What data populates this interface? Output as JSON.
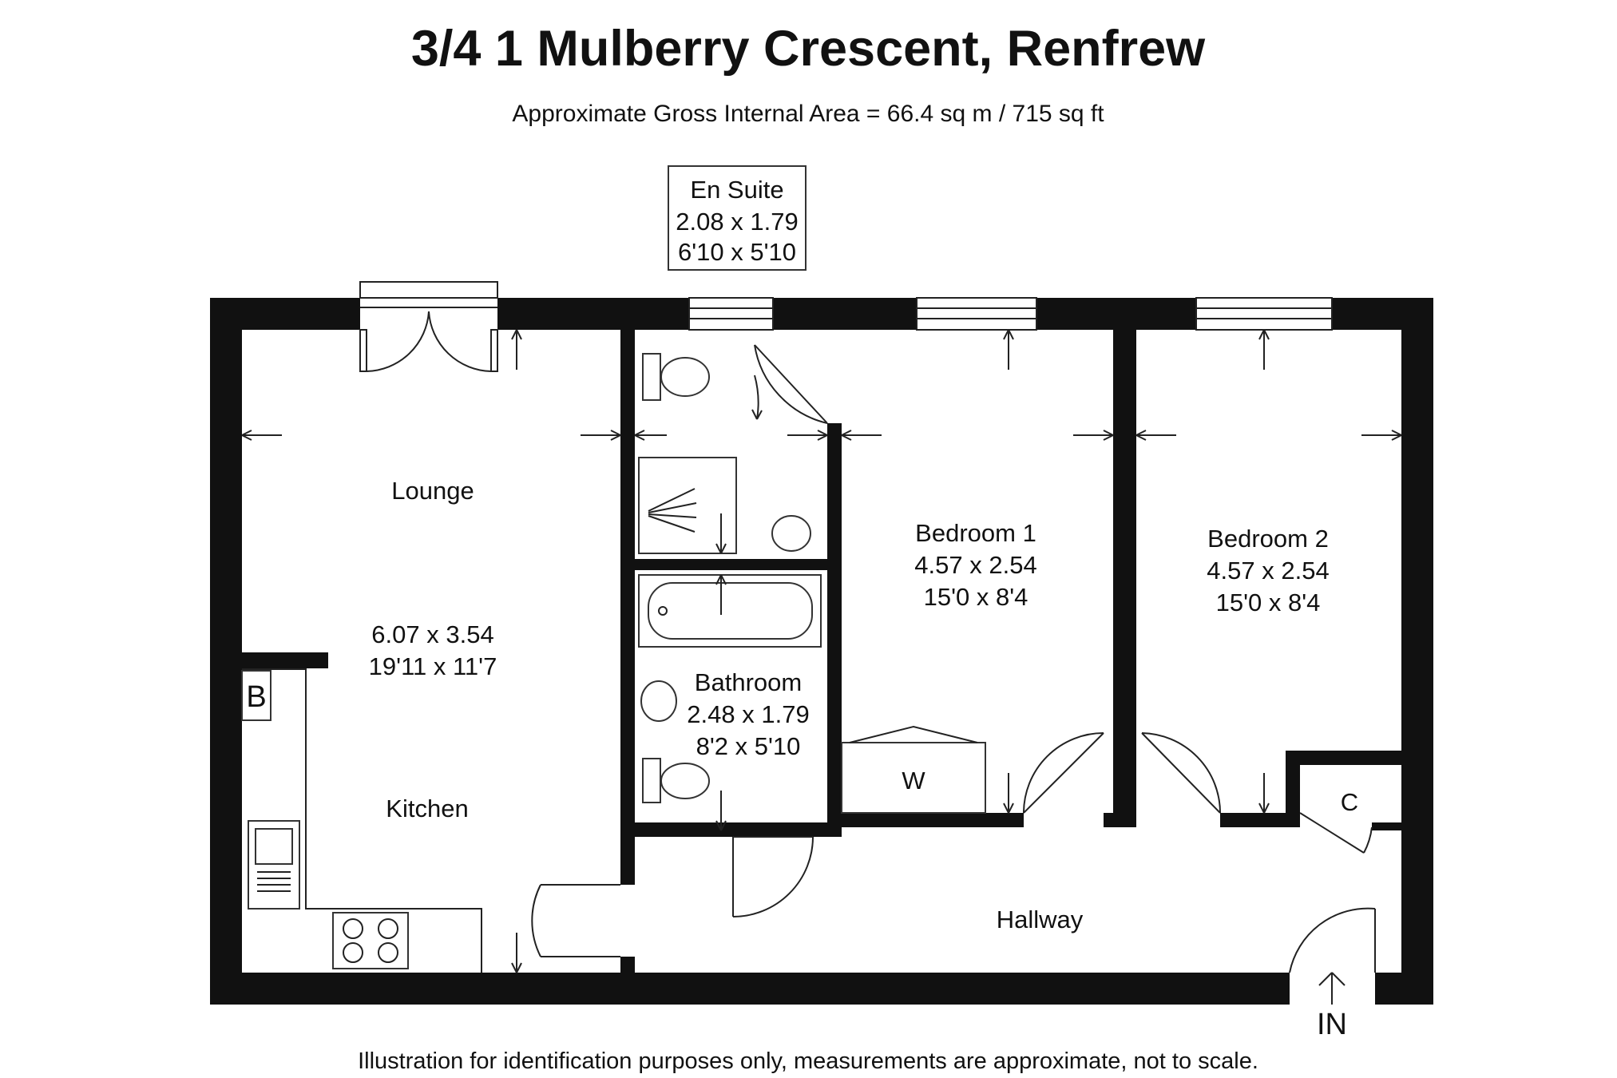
{
  "title": "3/4 1 Mulberry Crescent, Renfrew",
  "subtitle": "Approximate Gross Internal Area = 66.4 sq m / 715 sq ft",
  "footer": "Illustration for identification purposes only, measurements are approximate, not to scale.",
  "rooms": {
    "ensuite": {
      "name": "En Suite",
      "metric": "2.08 x 1.79",
      "imperial": "6'10 x 5'10"
    },
    "lounge": {
      "name": "Lounge",
      "metric": "6.07 x 3.54",
      "imperial": "19'11 x 11'7"
    },
    "kitchen": {
      "name": "Kitchen"
    },
    "bedroom1": {
      "name": "Bedroom 1",
      "metric": "4.57 x 2.54",
      "imperial": "15'0 x 8'4"
    },
    "bedroom2": {
      "name": "Bedroom 2",
      "metric": "4.57 x 2.54",
      "imperial": "15'0 x 8'4"
    },
    "bathroom": {
      "name": "Bathroom",
      "metric": "2.48 x 1.79",
      "imperial": "8'2 x 5'10"
    },
    "hallway": {
      "name": "Hallway"
    }
  },
  "markers": {
    "boiler": "B",
    "wardrobe": "W",
    "cupboard": "C",
    "entrance": "IN"
  }
}
